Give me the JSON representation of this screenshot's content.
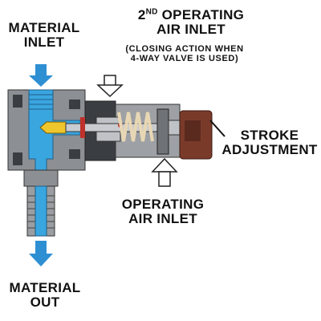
{
  "labels": {
    "material_inlet_1": "MATERIAL",
    "material_inlet_2": "INLET",
    "second_op_ordinal": "2",
    "second_op_sup": "ND",
    "second_op_rest": " OPERATING",
    "second_op_line2": "AIR INLET",
    "closing_line1": "(CLOSING ACTION WHEN",
    "closing_line2": "4-WAY VALVE IS USED)",
    "stroke_1": "STROKE",
    "stroke_2": "ADJUSTMENT",
    "operating_1": "OPERATING",
    "operating_2": "AIR INLET",
    "material_out_1": "MATERIAL",
    "material_out_2": "OUT"
  },
  "colors": {
    "material": "#3aa6e0",
    "body_metal": "#8c8f93",
    "dark_metal": "#3a3d42",
    "stroke_knob": "#7a3a2a",
    "spring": "#e8d7b4",
    "arrow_blue": "#2f8fd3"
  }
}
